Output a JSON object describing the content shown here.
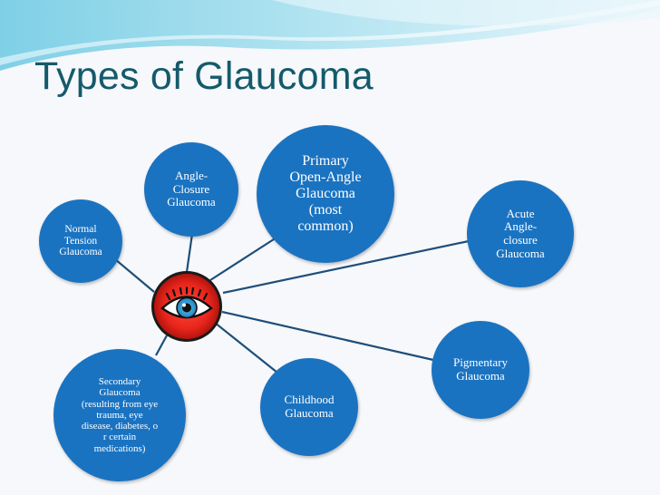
{
  "slide": {
    "title": "Types of Glaucoma"
  },
  "colors": {
    "node_fill": "#1a73c1",
    "connector": "#1f4e79",
    "title": "#145a6b",
    "eye_red": "#e8251c"
  },
  "diagram": {
    "center_icon": "eye-icon",
    "nodes": [
      {
        "id": "angle-closure",
        "label": "Angle-\nClosure\nGlaucoma"
      },
      {
        "id": "primary-open-angle",
        "label": "Primary\nOpen-Angle\nGlaucoma\n(most\ncommon)"
      },
      {
        "id": "normal-tension",
        "label": "Normal\nTension\nGlaucoma"
      },
      {
        "id": "acute-angle-closure",
        "label": "Acute\nAngle-\nclosure\nGlaucoma"
      },
      {
        "id": "pigmentary",
        "label": "Pigmentary\nGlaucoma"
      },
      {
        "id": "childhood",
        "label": "Childhood\nGlaucoma"
      },
      {
        "id": "secondary",
        "label": "Secondary\nGlaucoma\n(resulting from eye\ntrauma, eye\ndisease, diabetes, o\nr certain\nmedications)"
      }
    ]
  }
}
